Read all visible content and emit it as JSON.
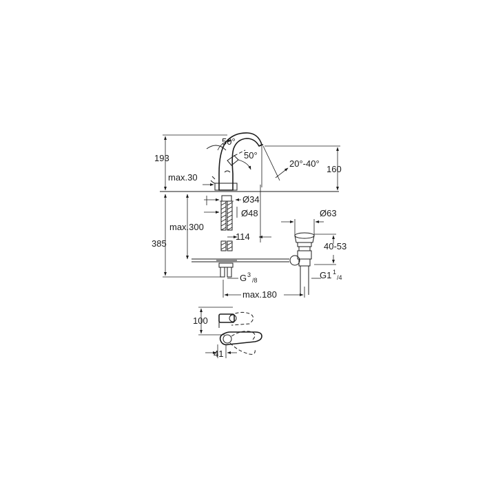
{
  "dimensions": {
    "height_total": "193",
    "spout_height": "160",
    "lever_angle_a": "50°",
    "lever_angle_b": "50°",
    "spout_angle": "20°-40°",
    "max_deck": "max.30",
    "dia_base": "Ø34",
    "dia_hole": "Ø48",
    "spout_reach": "114",
    "max_hose": "max.300",
    "height_385": "385",
    "dia_waste": "Ø63",
    "waste_range": "40-53",
    "waste_thread_main": "G1",
    "waste_thread_sup": "1",
    "waste_thread_sub": "/4",
    "hose_thread_main": "G",
    "hose_thread_sup": "3",
    "hose_thread_sub": "/8",
    "max_180": "max.180",
    "top_100": "100",
    "top_41": "41"
  },
  "icons": {
    "faucet_side_view": "faucet-side-view",
    "pop_up_waste": "pop-up-waste",
    "faucet_top_view": "faucet-top-view"
  }
}
